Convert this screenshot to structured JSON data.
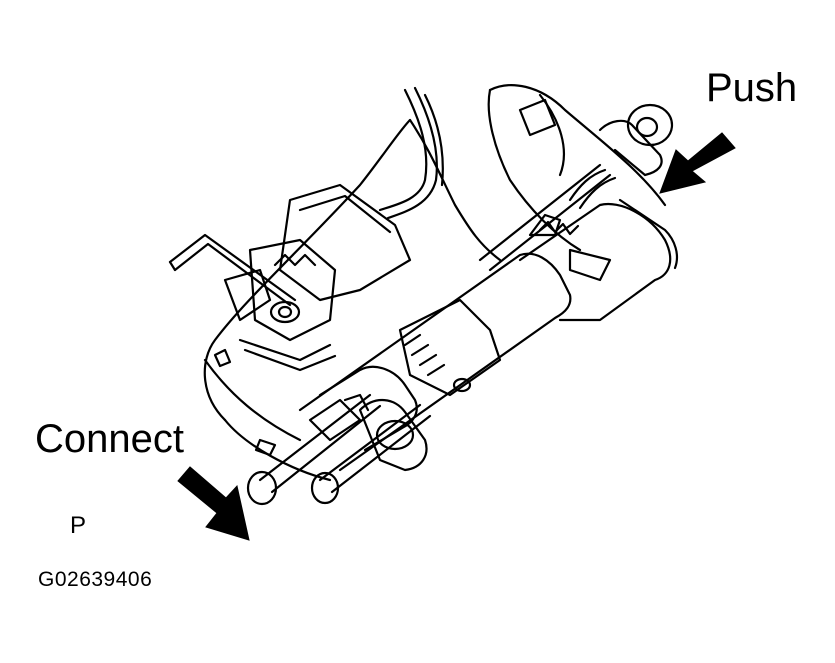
{
  "labels": {
    "push": "Push",
    "connect": "Connect",
    "marker": "P",
    "figure_code": "G02639406"
  },
  "icons": {
    "push_arrow": "arrow-down-left-icon",
    "connect_arrow": "arrow-down-right-icon"
  },
  "colors": {
    "line": "#000000",
    "background": "#ffffff"
  }
}
